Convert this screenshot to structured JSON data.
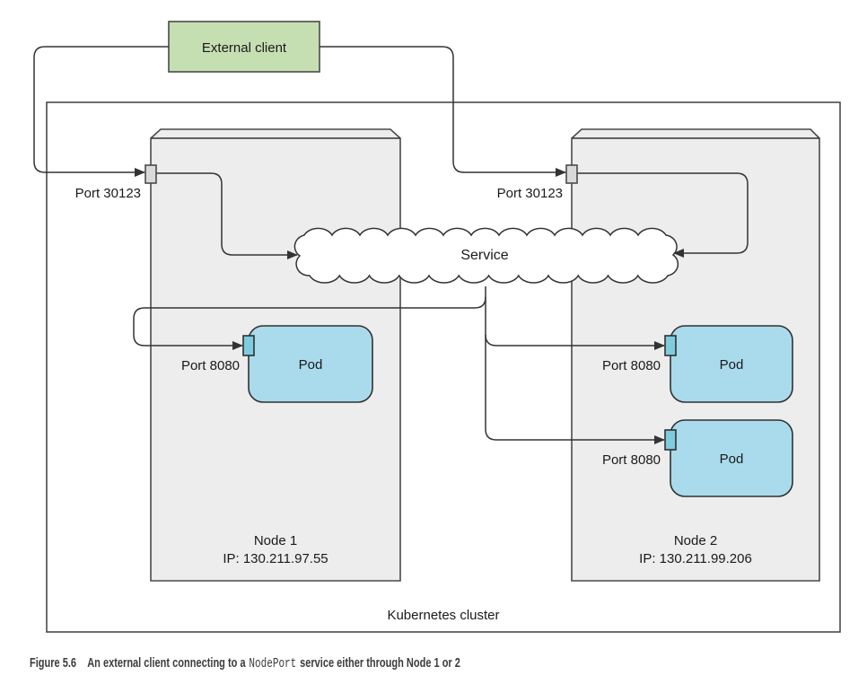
{
  "diagram": {
    "external_client": {
      "label": "External client"
    },
    "cluster": {
      "label": "Kubernetes cluster"
    },
    "service": {
      "label": "Service"
    },
    "nodes": [
      {
        "name": "Node 1",
        "ip": "IP: 130.211.97.55",
        "node_port_label": "Port 30123"
      },
      {
        "name": "Node 2",
        "ip": "IP: 130.211.99.206",
        "node_port_label": "Port 30123"
      }
    ],
    "pods": [
      {
        "label": "Pod",
        "port_label": "Port 8080"
      },
      {
        "label": "Pod",
        "port_label": "Port 8080"
      },
      {
        "label": "Pod",
        "port_label": "Port 8080"
      }
    ],
    "colors": {
      "node_fill": "#ededed",
      "client_fill": "#c6dfb2",
      "pod_fill": "#a9dbec",
      "pod_port_fill": "#7fccdf",
      "node_port_fill": "#d9d9d9",
      "line": "#333333"
    }
  },
  "caption": {
    "figure_label": "Figure 5.6",
    "text_before_code": "An external client connecting to a",
    "code": "NodePort",
    "text_after_code": "service either through Node 1 or 2"
  }
}
